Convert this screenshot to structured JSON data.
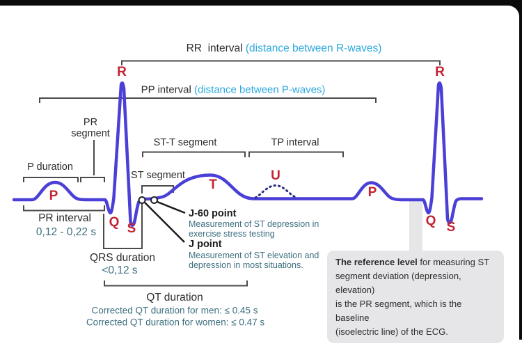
{
  "waves": {
    "r1": "R",
    "p1": "P",
    "q1": "Q",
    "s1": "S",
    "t": "T",
    "u": "U",
    "p2": "P",
    "q2": "Q",
    "s2": "S",
    "r2": "R"
  },
  "intervals": {
    "rr_label": "RR  interval",
    "rr_note": "(distance between R-waves)",
    "pp_label": "PP interval",
    "pp_note": "(distance between P-waves)",
    "pr_segment": "PR\nsegment",
    "p_duration": "P duration",
    "pr_interval": "PR interval",
    "pr_interval_value": "0,12 - 0,22 s",
    "st_segment": "ST segment",
    "stt_segment": "ST-T segment",
    "tp_interval": "TP interval",
    "qrs_duration": "QRS duration",
    "qrs_value": "<0,12 s",
    "qt_duration": "QT duration",
    "qt_men": "Corrected QT duration for men: ≤ 0.45 s",
    "qt_women": "Corrected QT duration for women: ≤ 0.47 s"
  },
  "points": {
    "j60_label": "J-60 point",
    "j60_desc": "Measurement of ST depression in\nexercise stress testing",
    "j_label": "J point",
    "j_desc": "Measurement of ST elevation and\ndepression in most situations."
  },
  "reference_note": {
    "bold": "The reference level",
    "rest": " for measuring ST\nsegment deviation (depression, elevation)\nis the PR segment, which is the baseline\n(isoelectric line) of the ECG."
  },
  "colors": {
    "trace": "#4a3fd6",
    "u_wave_dotted": "#2b2f80",
    "wave_letter": "#c22433",
    "note_cyan": "#2ba8de",
    "value_teal": "#3e7081",
    "bracket_gray": "#4a4a4a",
    "box_bg": "#e6e6e8",
    "frame_black": "#0b0b0b"
  }
}
